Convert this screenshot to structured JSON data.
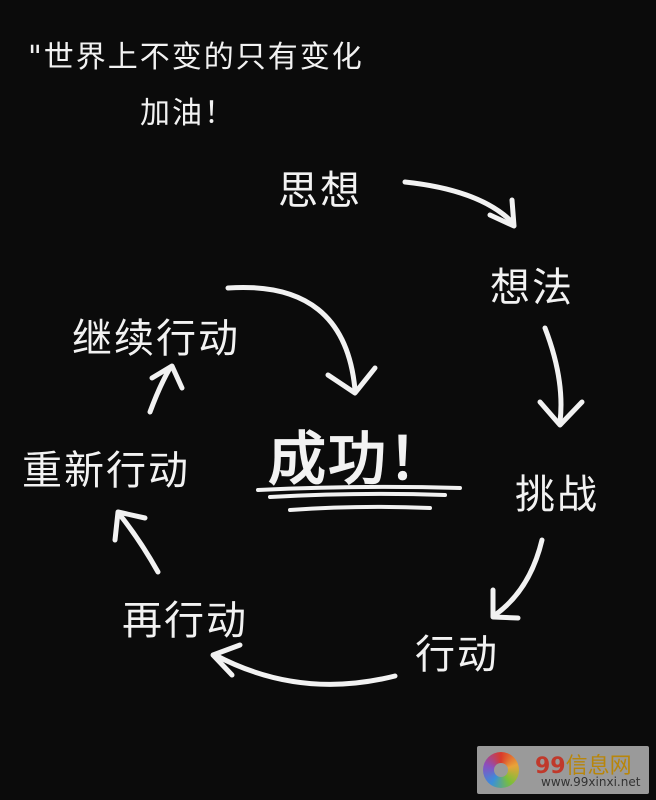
{
  "quote": "\"世界上不变的只有变化",
  "cheer": "加油！",
  "cycle": [
    "思想",
    "想法",
    "挑战",
    "行动",
    "再行动",
    "重新行动",
    "继续行动"
  ],
  "center": "成功！",
  "watermark": {
    "name_num": "99",
    "name_text": "信息网",
    "url": "www.99xinxi.net"
  }
}
